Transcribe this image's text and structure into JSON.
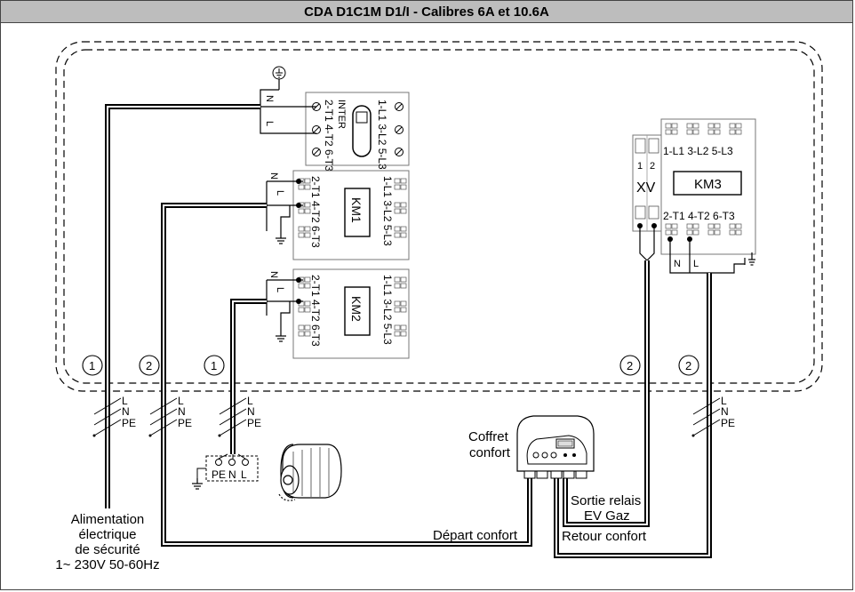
{
  "title": "CDA D1C1M D1/I - Calibres 6A et 10.6A",
  "inter": {
    "line_top": "1-L1 3-L2 5-L3",
    "line_bot": "2-T1 4-T2 6-T3",
    "name": "INTER",
    "n": "N",
    "l": "L"
  },
  "km1": {
    "name": "KM1",
    "line_top": "1-L1 3-L2 5-L3",
    "line_bot": "2-T1 4-T2 6-T3",
    "n": "N",
    "l": "L"
  },
  "km2": {
    "name": "KM2",
    "line_top": "1-L1 3-L2 5-L3",
    "line_bot": "2-T1 4-T2 6-T3",
    "n": "N",
    "l": "L"
  },
  "km3": {
    "name": "KM3",
    "line_top": "1-L1 3-L2 5-L3",
    "line_bot": "2-T1 4-T2 6-T3",
    "n": "N",
    "l": "L"
  },
  "xv": {
    "name": "XV",
    "t1": "1",
    "t2": "2"
  },
  "circles": [
    "1",
    "2",
    "1",
    "2",
    "2"
  ],
  "cable_labels": {
    "l": "L",
    "n": "N",
    "pe": "PE"
  },
  "motor_terminals": [
    "PE",
    "N",
    "L"
  ],
  "coffret_line1": "Coffret",
  "coffret_line2": "confort",
  "supply_lines": [
    "Alimentation",
    "électrique",
    "de sécurité",
    "1~ 230V 50-60Hz"
  ],
  "depart": "Départ confort",
  "retour": "Retour confort",
  "sortie_line1": "Sortie relais",
  "sortie_line2": "EV Gaz"
}
